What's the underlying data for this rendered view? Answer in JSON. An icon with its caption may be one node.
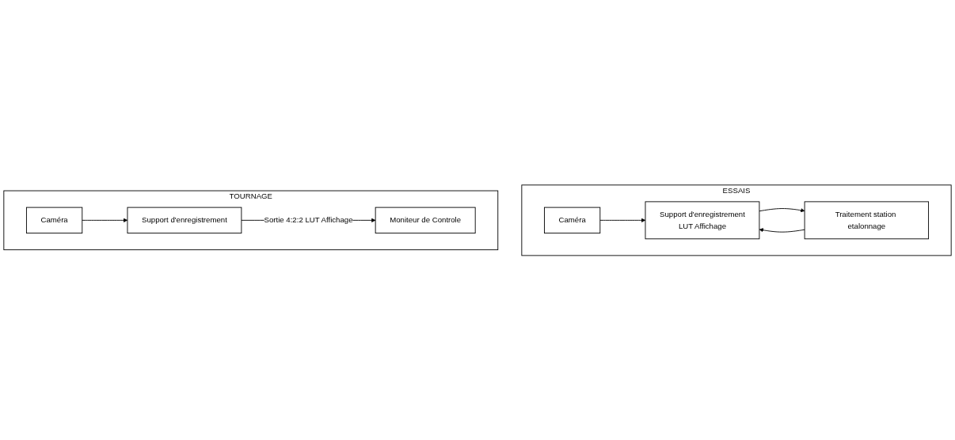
{
  "diagram": {
    "nodes": [
      {
        "text": [
          "ESSAIS"
        ]
      },
      {
        "text": [
          "Caméra"
        ],
        "in": 0
      },
      {
        "text": [
          "Support d'enregistrement",
          "LUT Affichage"
        ],
        "in": 0
      },
      {
        "text": [
          "Traitement station etalonnage"
        ],
        "in": 0
      },
      {
        "text": [
          "TOURNAGE"
        ]
      },
      {
        "text": [
          "Caméra"
        ],
        "in": 4
      },
      {
        "text": [
          "Support d'enregistrement"
        ],
        "in": 4
      },
      {
        "text": [
          "Moniteur de Controle"
        ],
        "in": 4
      }
    ],
    "edges": [
      {
        "from": 1,
        "to": 2,
        "arrow": "to"
      },
      {
        "from": 2,
        "to": 3,
        "arrow": "to"
      },
      {
        "from": 3,
        "to": 2,
        "arrow": "to"
      },
      {
        "from": 5,
        "to": 6,
        "arrow": "to"
      },
      {
        "from": 6,
        "to": 7,
        "arrow": "to",
        "label": "Sortie 4:2:2 LUT Affichage"
      }
    ]
  }
}
